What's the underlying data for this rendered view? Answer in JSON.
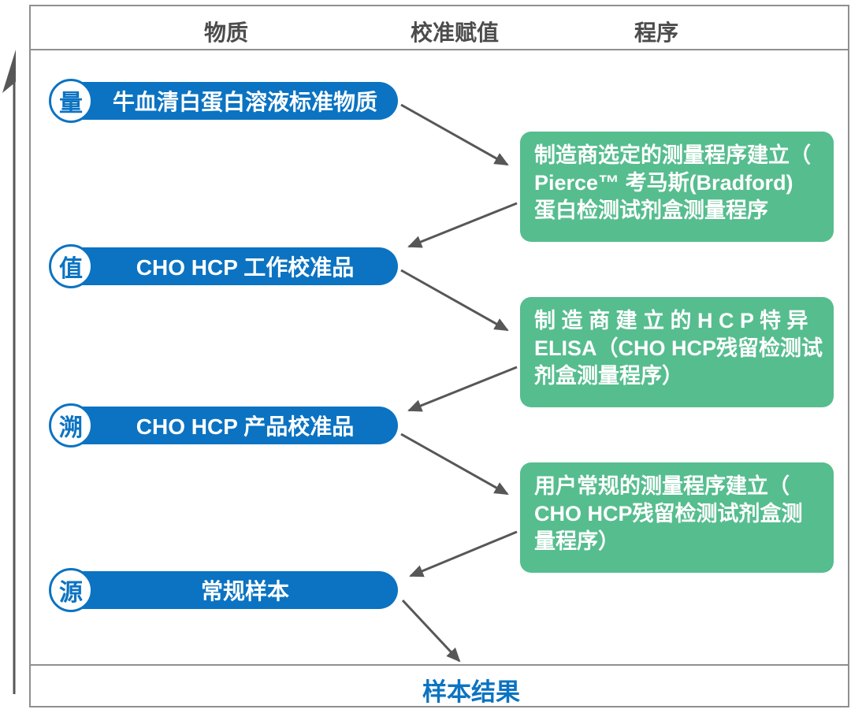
{
  "header": {
    "columns": [
      {
        "label": "物质"
      },
      {
        "label": "校准赋值"
      },
      {
        "label": "程序"
      }
    ]
  },
  "materials": [
    {
      "badge": "量",
      "label": "牛血清白蛋白溶液标准物质"
    },
    {
      "badge": "值",
      "label": "CHO HCP 工作校准品"
    },
    {
      "badge": "溯",
      "label": "CHO HCP 产品校准品"
    },
    {
      "badge": "源",
      "label": "常规样本"
    }
  ],
  "procedures": [
    {
      "lines": [
        "制造商选定的测量程序建立（",
        "Pierce™  考马斯(Bradford)",
        "蛋白检测试剂盒测量程序"
      ]
    },
    {
      "lines": [
        "制 造 商 建 立 的 H C P 特 异",
        "ELISA（CHO HCP残留检测试",
        "剂盒测量程序）"
      ]
    },
    {
      "lines": [
        "用户常规的测量程序建立（",
        "CHO HCP残留检测试剂盒测",
        "量程序）"
      ]
    }
  ],
  "footer": {
    "result_label": "样本结果"
  },
  "colors": {
    "blue": "#0b73c2",
    "green": "#56bd8e",
    "arrow": "#575757",
    "border": "#8f8f8f",
    "header_text": "#4c4c4c"
  }
}
